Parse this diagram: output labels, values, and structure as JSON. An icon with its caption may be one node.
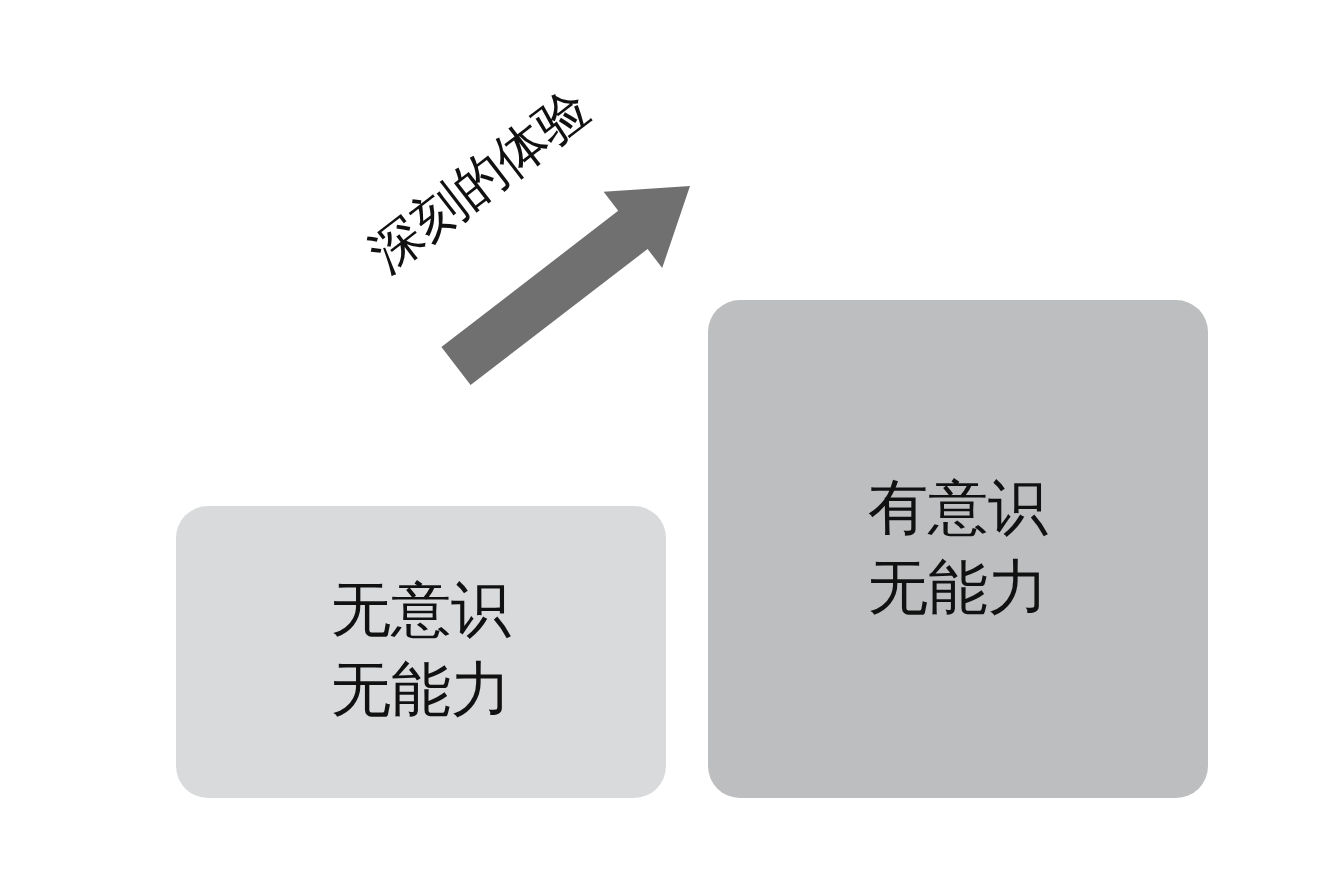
{
  "diagram": {
    "nodes": [
      {
        "text": [
          "无意识无能力"
        ]
      },
      {
        "text": [
          "有意识无能力"
        ]
      }
    ],
    "labels": [
      "深刻的体验"
    ]
  }
}
